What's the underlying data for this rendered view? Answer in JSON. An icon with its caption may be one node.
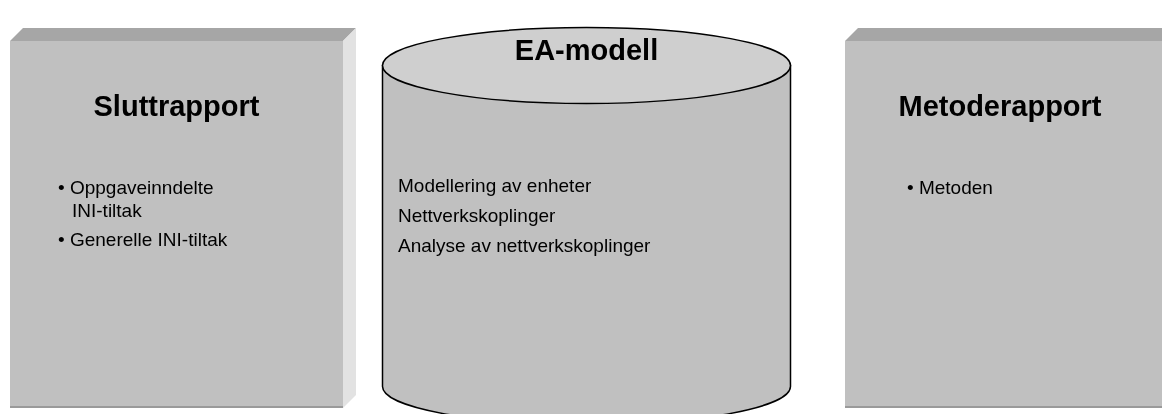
{
  "diagram": {
    "nodes": [
      {
        "text": [
          "Sluttrapport",
          "• Oppgaveinndelte INI-tiltak",
          "• Generelle INI-tiltak"
        ]
      },
      {
        "text": [
          "EA-modell",
          "Modellering av enheter",
          "Nettverkskoplinger",
          "Analyse av nettverkskoplinger"
        ]
      },
      {
        "text": [
          "Metoderapport",
          "• Metoden"
        ]
      }
    ]
  }
}
